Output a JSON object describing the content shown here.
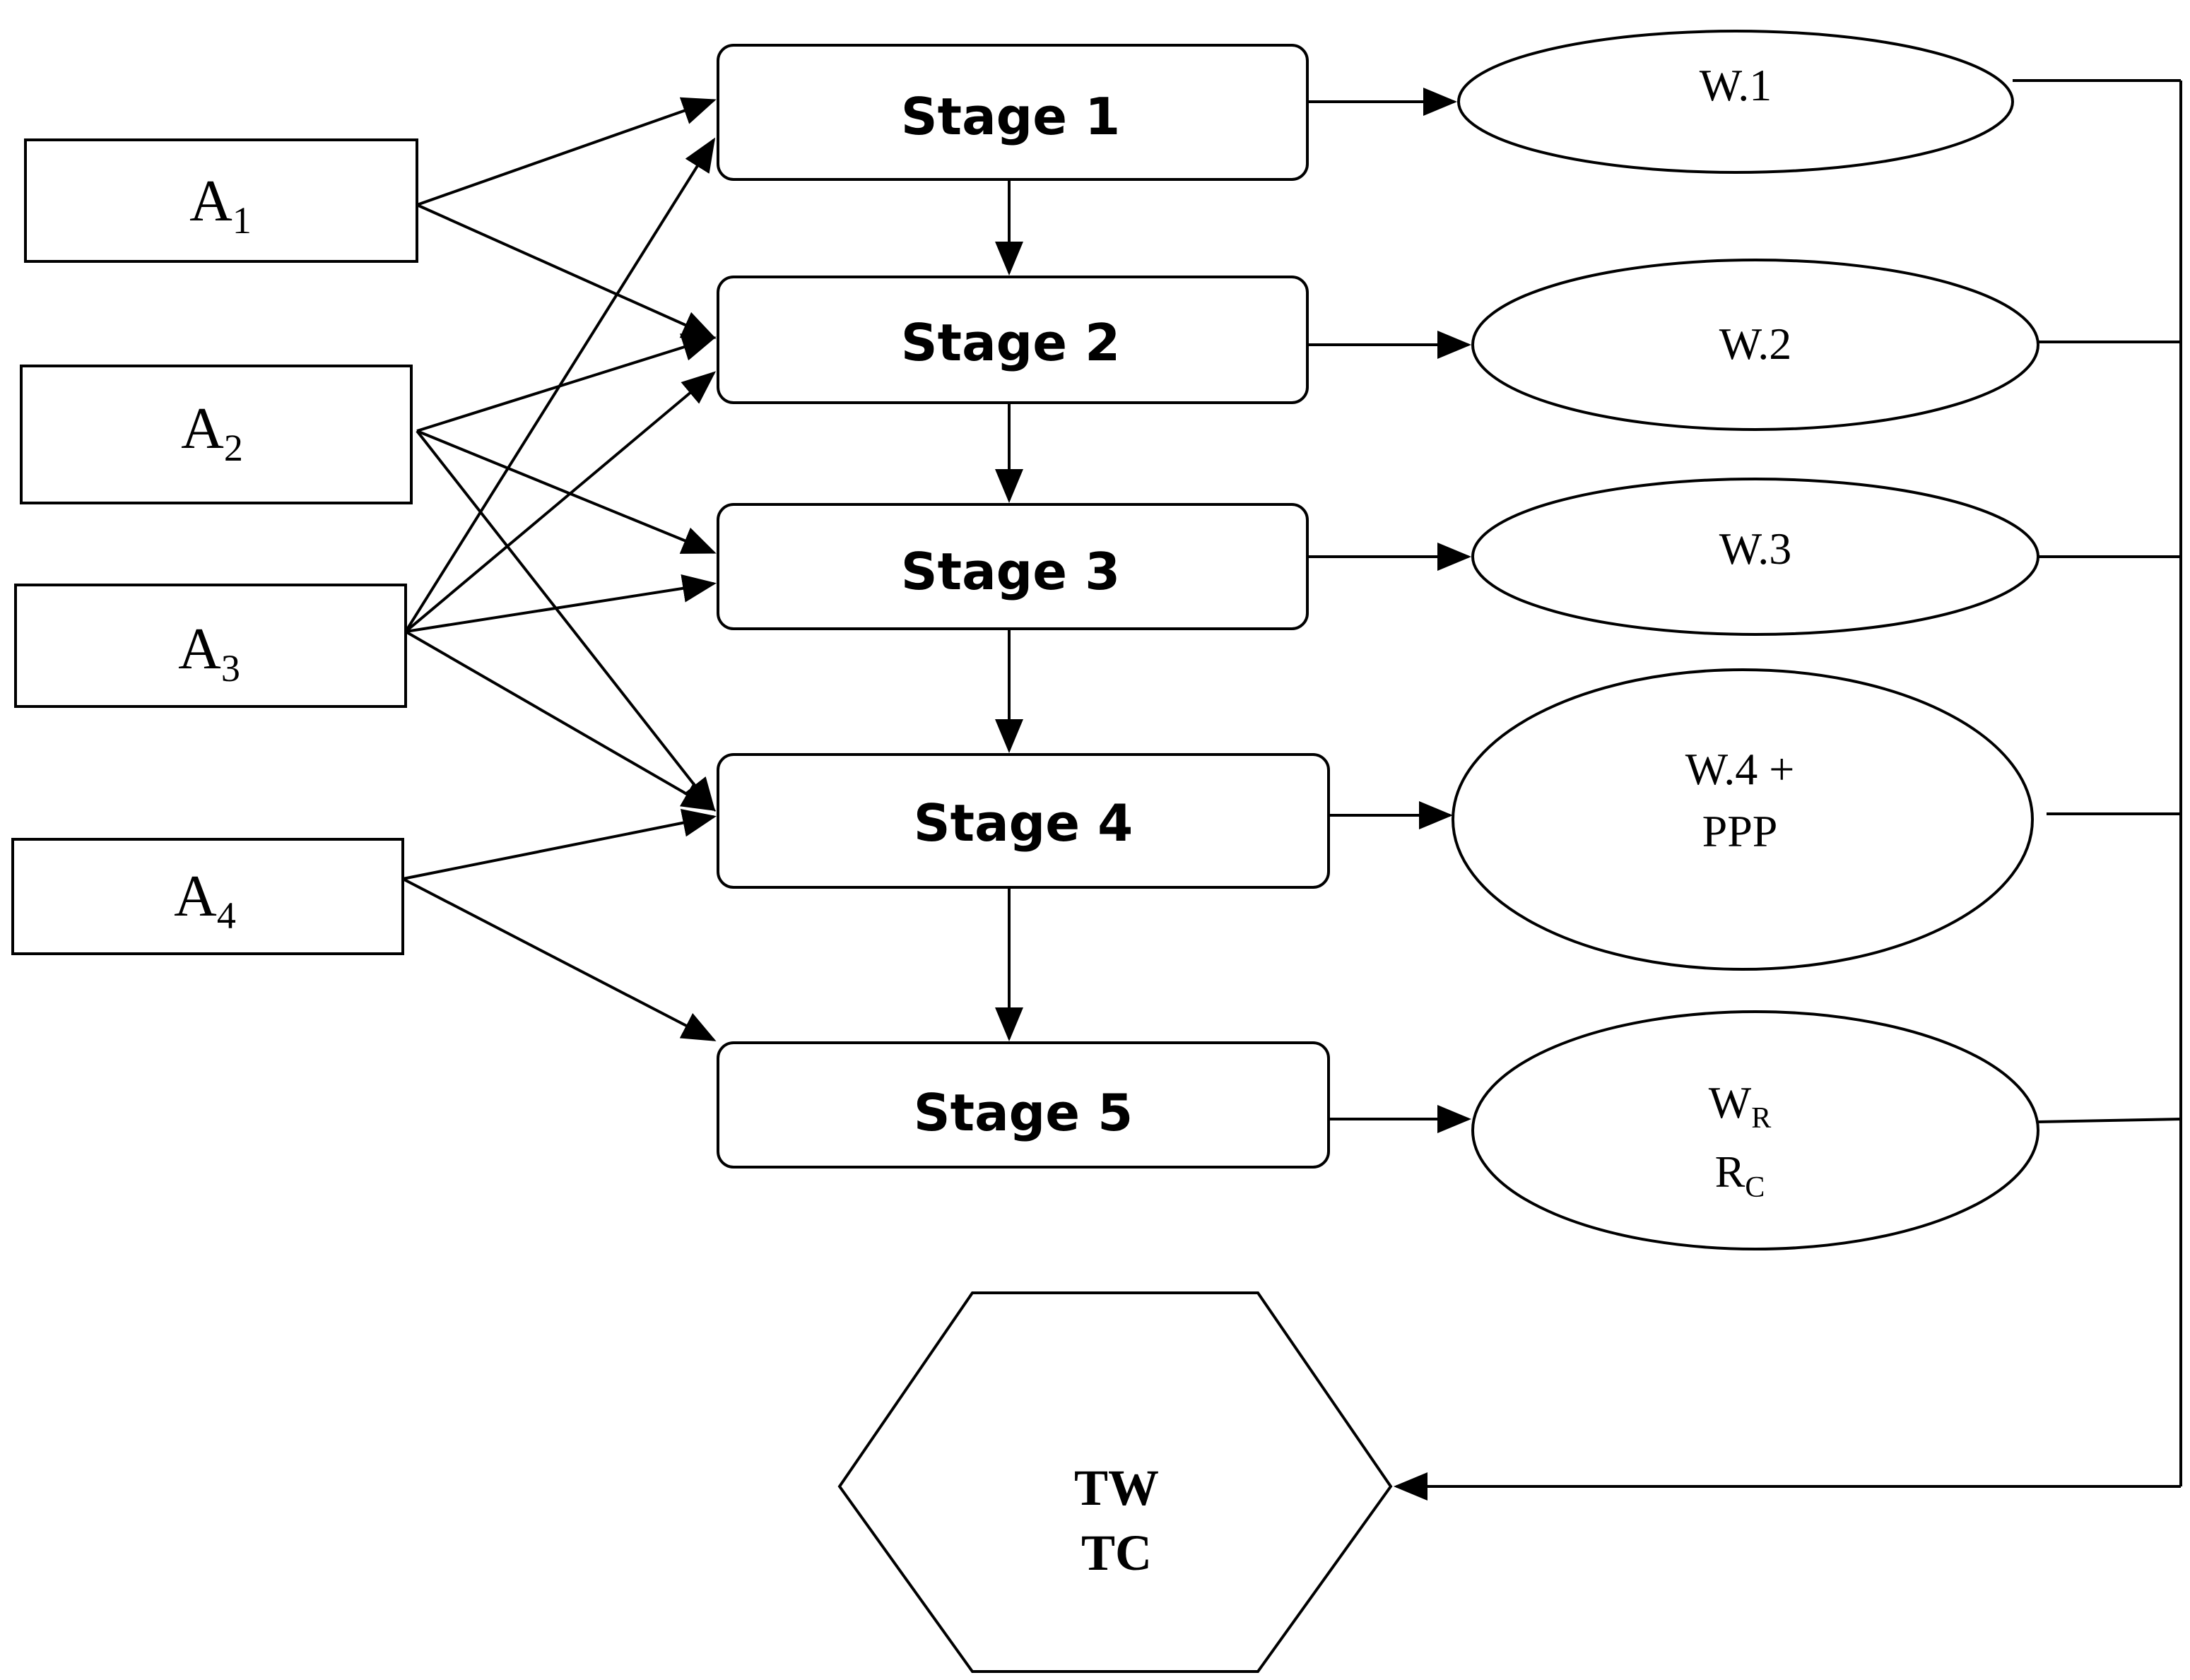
{
  "inputs": [
    {
      "main": "A",
      "sub": "1"
    },
    {
      "main": "A",
      "sub": "2"
    },
    {
      "main": "A",
      "sub": "3"
    },
    {
      "main": "A",
      "sub": "4"
    }
  ],
  "stages": [
    "Stage 1",
    "Stage 2",
    "Stage 3",
    "Stage 4",
    "Stage 5"
  ],
  "outputs": {
    "w1": "W.1",
    "w2": "W.2",
    "w3": "W.3",
    "w4_line1": "W.4 +",
    "w4_line2": "PPP",
    "wr_main": "W",
    "wr_sub": "R",
    "rc_main": "R",
    "rc_sub": "C"
  },
  "total": {
    "line1": "TW",
    "line2": "TC"
  },
  "colors": {
    "stroke": "#000000",
    "background": "#ffffff"
  }
}
